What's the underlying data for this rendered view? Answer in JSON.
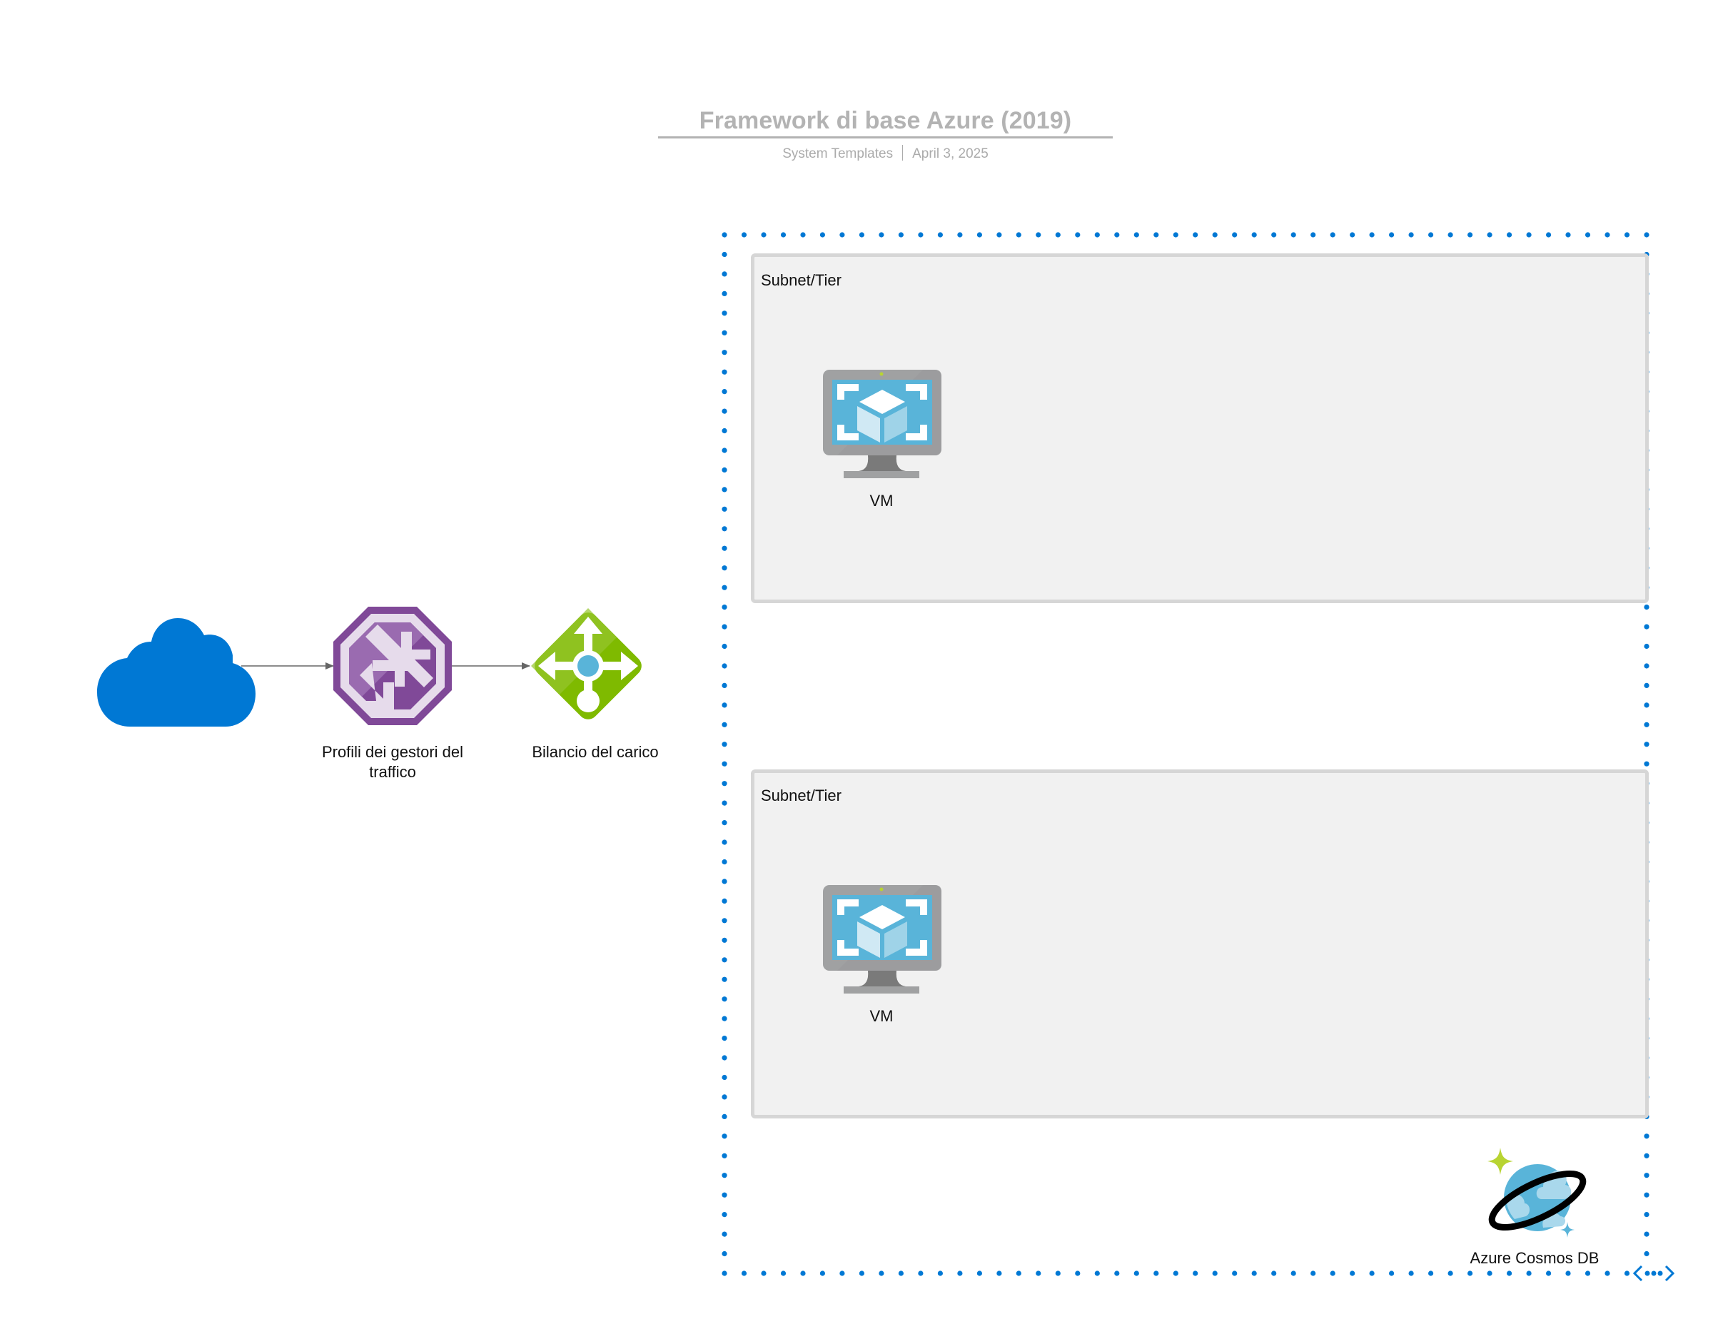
{
  "header": {
    "title": "Framework di base Azure (2019)",
    "subtitle_left": "System Templates",
    "subtitle_right": "April 3, 2025"
  },
  "colors": {
    "vnet_border": "#0078D4",
    "cloud": "#0078D4",
    "connector": "#666666",
    "subnet_fill": "#F1F1F1",
    "subnet_border": "#D6D6D6",
    "traffic_manager": "#804998",
    "load_balancer": "#7FBA00",
    "vm_screen": "#59B4D9",
    "header_text": "#B3B3B3"
  },
  "nodes": {
    "internet": {
      "icon": "cloud-icon",
      "label": ""
    },
    "traffic_manager": {
      "icon": "traffic-manager-icon",
      "label_line1": "Profili dei gestori del",
      "label_line2": "traffico"
    },
    "load_balancer": {
      "icon": "load-balancer-icon",
      "label": "Bilancio del carico"
    },
    "vnet": {
      "icon": "virtual-network-icon"
    },
    "subnets": [
      {
        "label": "Subnet/Tier",
        "vm_label": "VM"
      },
      {
        "label": "Subnet/Tier",
        "vm_label": "VM"
      }
    ],
    "cosmos_db": {
      "icon": "cosmos-db-icon",
      "label": "Azure Cosmos DB"
    }
  },
  "edges": [
    {
      "from": "internet",
      "to": "traffic_manager"
    },
    {
      "from": "traffic_manager",
      "to": "load_balancer"
    }
  ]
}
